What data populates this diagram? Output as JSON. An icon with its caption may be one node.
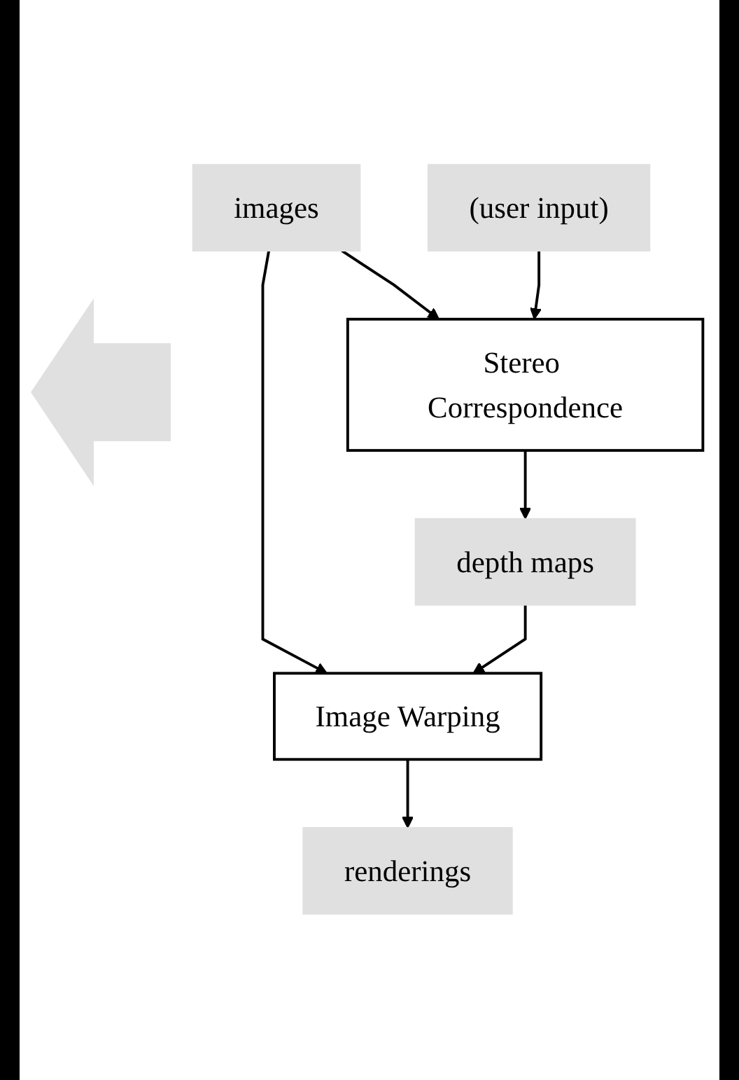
{
  "diagram": {
    "nodes": [
      {
        "text": [
          "images"
        ]
      },
      {
        "text": [
          "(user input)"
        ]
      },
      {
        "text": [
          "Stereo Correspondence"
        ]
      },
      {
        "text": [
          "depth maps"
        ]
      },
      {
        "text": [
          "Image Warping"
        ]
      },
      {
        "text": [
          "renderings"
        ]
      }
    ],
    "edges": [
      {
        "from": 0,
        "to": 2,
        "arrow": "to"
      },
      {
        "from": 1,
        "to": 2,
        "arrow": "to"
      },
      {
        "from": 2,
        "to": 3,
        "arrow": "to"
      },
      {
        "from": 0,
        "to": 4,
        "arrow": "to"
      },
      {
        "from": 3,
        "to": 4,
        "arrow": "to"
      },
      {
        "from": 4,
        "to": 5,
        "arrow": "to"
      }
    ]
  }
}
